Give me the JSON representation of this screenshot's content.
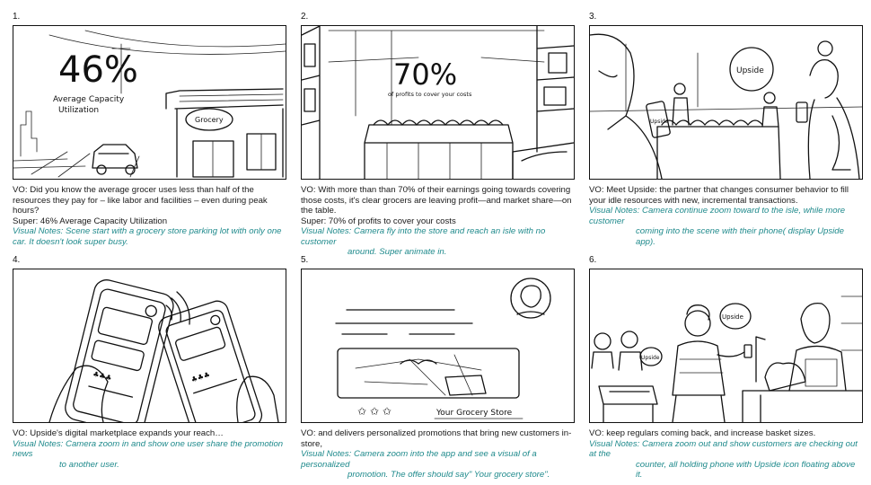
{
  "panels": [
    {
      "number": "1.",
      "vo": "VO: Did you know the average grocer uses less than half of the resources they pay for – like labor and facilities – even during peak hours?",
      "super": "Super: 46% Average Capacity Utilization",
      "visual_notes": "Visual Notes: Scene start with a grocery store parking lot with only one car. It doesn't look super busy.",
      "sketch_text": {
        "big_number": "46%",
        "line1": "Average Capacity",
        "line2": "Utilization",
        "sign": "Grocery"
      }
    },
    {
      "number": "2.",
      "vo": "VO: With more than than 70% of their earnings going towards covering those costs, it's clear grocers are leaving profit—and market share—on the table.",
      "super": "Super: 70% of profits to cover your costs",
      "visual_notes_lead": "Visual Notes: Camera fly into the store and reach an isle with no customer",
      "visual_notes_rest": "around. Super animate in.",
      "sketch_text": {
        "big_number": "70%",
        "line1": "of profits to cover your costs"
      }
    },
    {
      "number": "3.",
      "vo": "VO: Meet Upside: the partner that changes consumer behavior to fill your idle resources with new, incremental transactions.",
      "visual_notes_lead": "Visual Notes: Camera continue zoom toward to the isle, while more customer",
      "visual_notes_rest": "coming into the scene with their phone( display Upside app).",
      "sketch_text": {
        "logo": "Upside",
        "phone": "Upside"
      }
    },
    {
      "number": "4.",
      "vo": "VO: Upside's digital marketplace expands your reach…",
      "visual_notes_lead": "Visual Notes:  Camera zoom in and show one user share the promotion news",
      "visual_notes_rest": "to another user."
    },
    {
      "number": "5.",
      "vo": "VO: and delivers personalized promotions that bring new customers in-store,",
      "visual_notes_lead": "Visual Notes: Camera zoom into the app and see a visual of a personalized",
      "visual_notes_rest": "promotion. The offer should say\" Your grocery store\".",
      "sketch_text": {
        "store": "Your Grocery Store"
      }
    },
    {
      "number": "6.",
      "vo": "VO: keep regulars coming back, and increase basket sizes.",
      "visual_notes_lead": "Visual Notes: Camera zoom out and show customers are checking out at the",
      "visual_notes_rest": "counter, all holding phone with Upside icon floating above it.",
      "sketch_text": {
        "icon_a": "Upside",
        "icon_b": "Upside"
      }
    }
  ]
}
